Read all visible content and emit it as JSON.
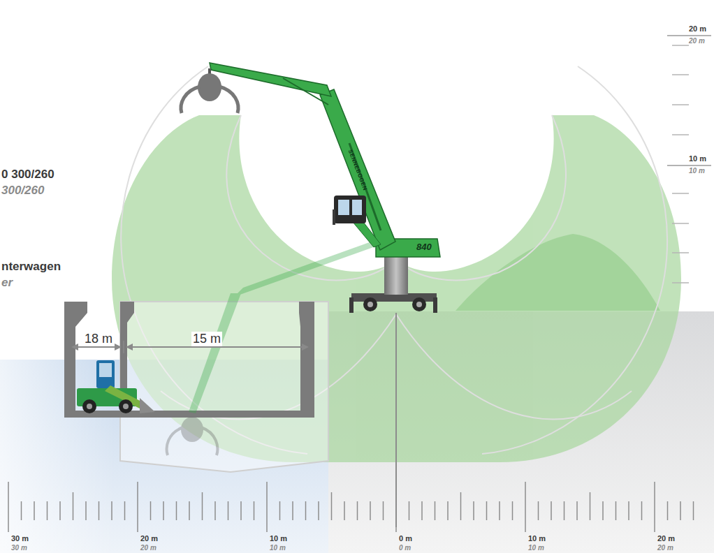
{
  "diagram": {
    "labels": [
      "20 m",
      "20 m",
      "10 m",
      "10 m",
      "0 300/260",
      "300/260",
      "nterwagen",
      "er",
      "18 m",
      "15 m",
      "30 m",
      "30 m",
      "20 m",
      "20 m",
      "10 m",
      "10 m",
      "0 m",
      "0 m",
      "10 m",
      "10 m",
      "20 m",
      "20 m",
      "840",
      "SENNEBOGEN"
    ]
  }
}
